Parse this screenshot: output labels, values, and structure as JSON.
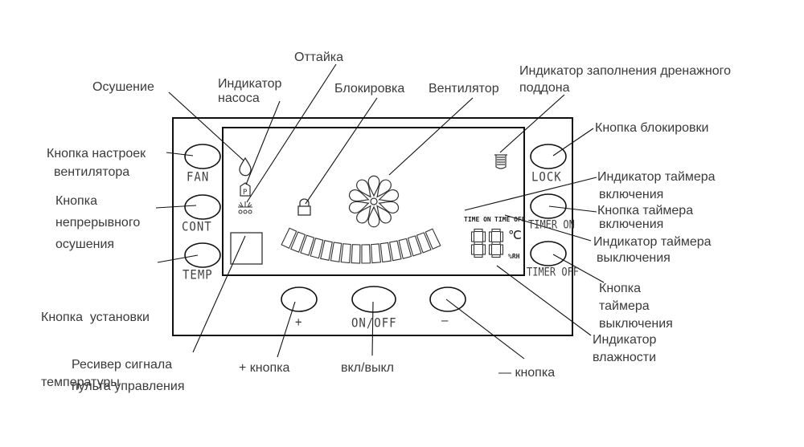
{
  "title": "Панель управления осушителя — обозначения",
  "buttons": {
    "fan": "FAN",
    "cont": "CONT",
    "temp": "TEMP",
    "lock": "LOCK",
    "timer_on": "TIMER ON",
    "timer_off": "TIMER OFF",
    "plus": "+",
    "onoff": "ON/OFF",
    "minus": "—"
  },
  "display": {
    "time_on": "TIME ON",
    "time_off": "TIME OFF",
    "celsius": "℃",
    "rh": "%RH",
    "digits": "88",
    "pump_letter": "P"
  },
  "callouts": {
    "dehumidify": "Осушение",
    "pump_indicator": [
      "Индикатор",
      "насоса"
    ],
    "defrost": "Оттайка",
    "lock": "Блокировка",
    "fan": "Вентилятор",
    "tank_indicator": [
      "Индикатор заполнения дренажного",
      "поддона"
    ],
    "fan_button": [
      "Кнопка настроек",
      "вентилятора"
    ],
    "cont_button": [
      "Кнопка",
      "непрерывного",
      "осушения"
    ],
    "temp_button": [
      "Кнопка  установки",
      "температуры"
    ],
    "lock_button": "Кнопка блокировки",
    "timer_on_indicator": [
      "Индикатор таймера",
      "включения"
    ],
    "timer_on_button": [
      "Кнопка таймера",
      "включения"
    ],
    "timer_off_indicator": [
      "Индикатор таймера",
      "выключения"
    ],
    "timer_off_button": [
      "Кнопка",
      "таймера",
      "выключения"
    ],
    "humidity_indicator": [
      "Индикатор",
      "влажности"
    ],
    "receiver": [
      "Ресивер сигнала",
      "пульта управления"
    ],
    "plus_button": "+ кнопка",
    "onoff_button": "вкл/выкл",
    "minus_button": "— кнопка"
  }
}
